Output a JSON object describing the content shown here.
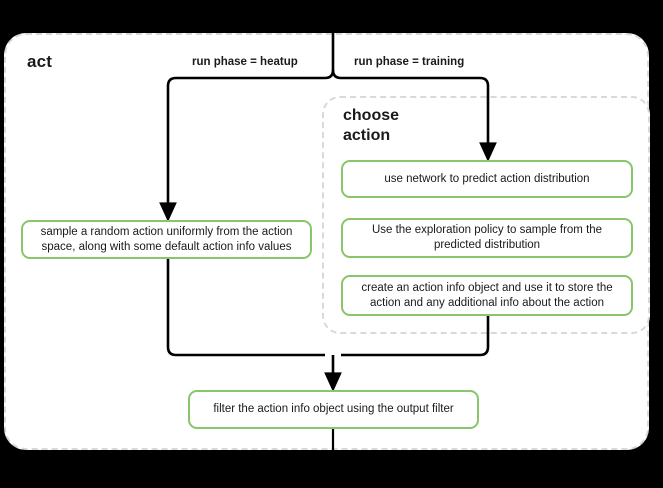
{
  "diagram": {
    "title": "act",
    "subgroup_title": "choose\naction",
    "accent_green": "#87c66a",
    "dashed_gray": "#d9d9d9",
    "edge_color": "#000000",
    "edges": [
      {
        "label": "run phase = heatup"
      },
      {
        "label": "run phase = training"
      }
    ],
    "nodes": {
      "sample": "sample a random action uniformly from the action space, along with some default action info values",
      "predict": "use network to predict action distribution",
      "explore": "Use the exploration policy to sample from the predicted distribution",
      "action_info": "create an action info object and use it to store the action and any additional info about the action",
      "filter": "filter the action info object using the output filter"
    }
  }
}
